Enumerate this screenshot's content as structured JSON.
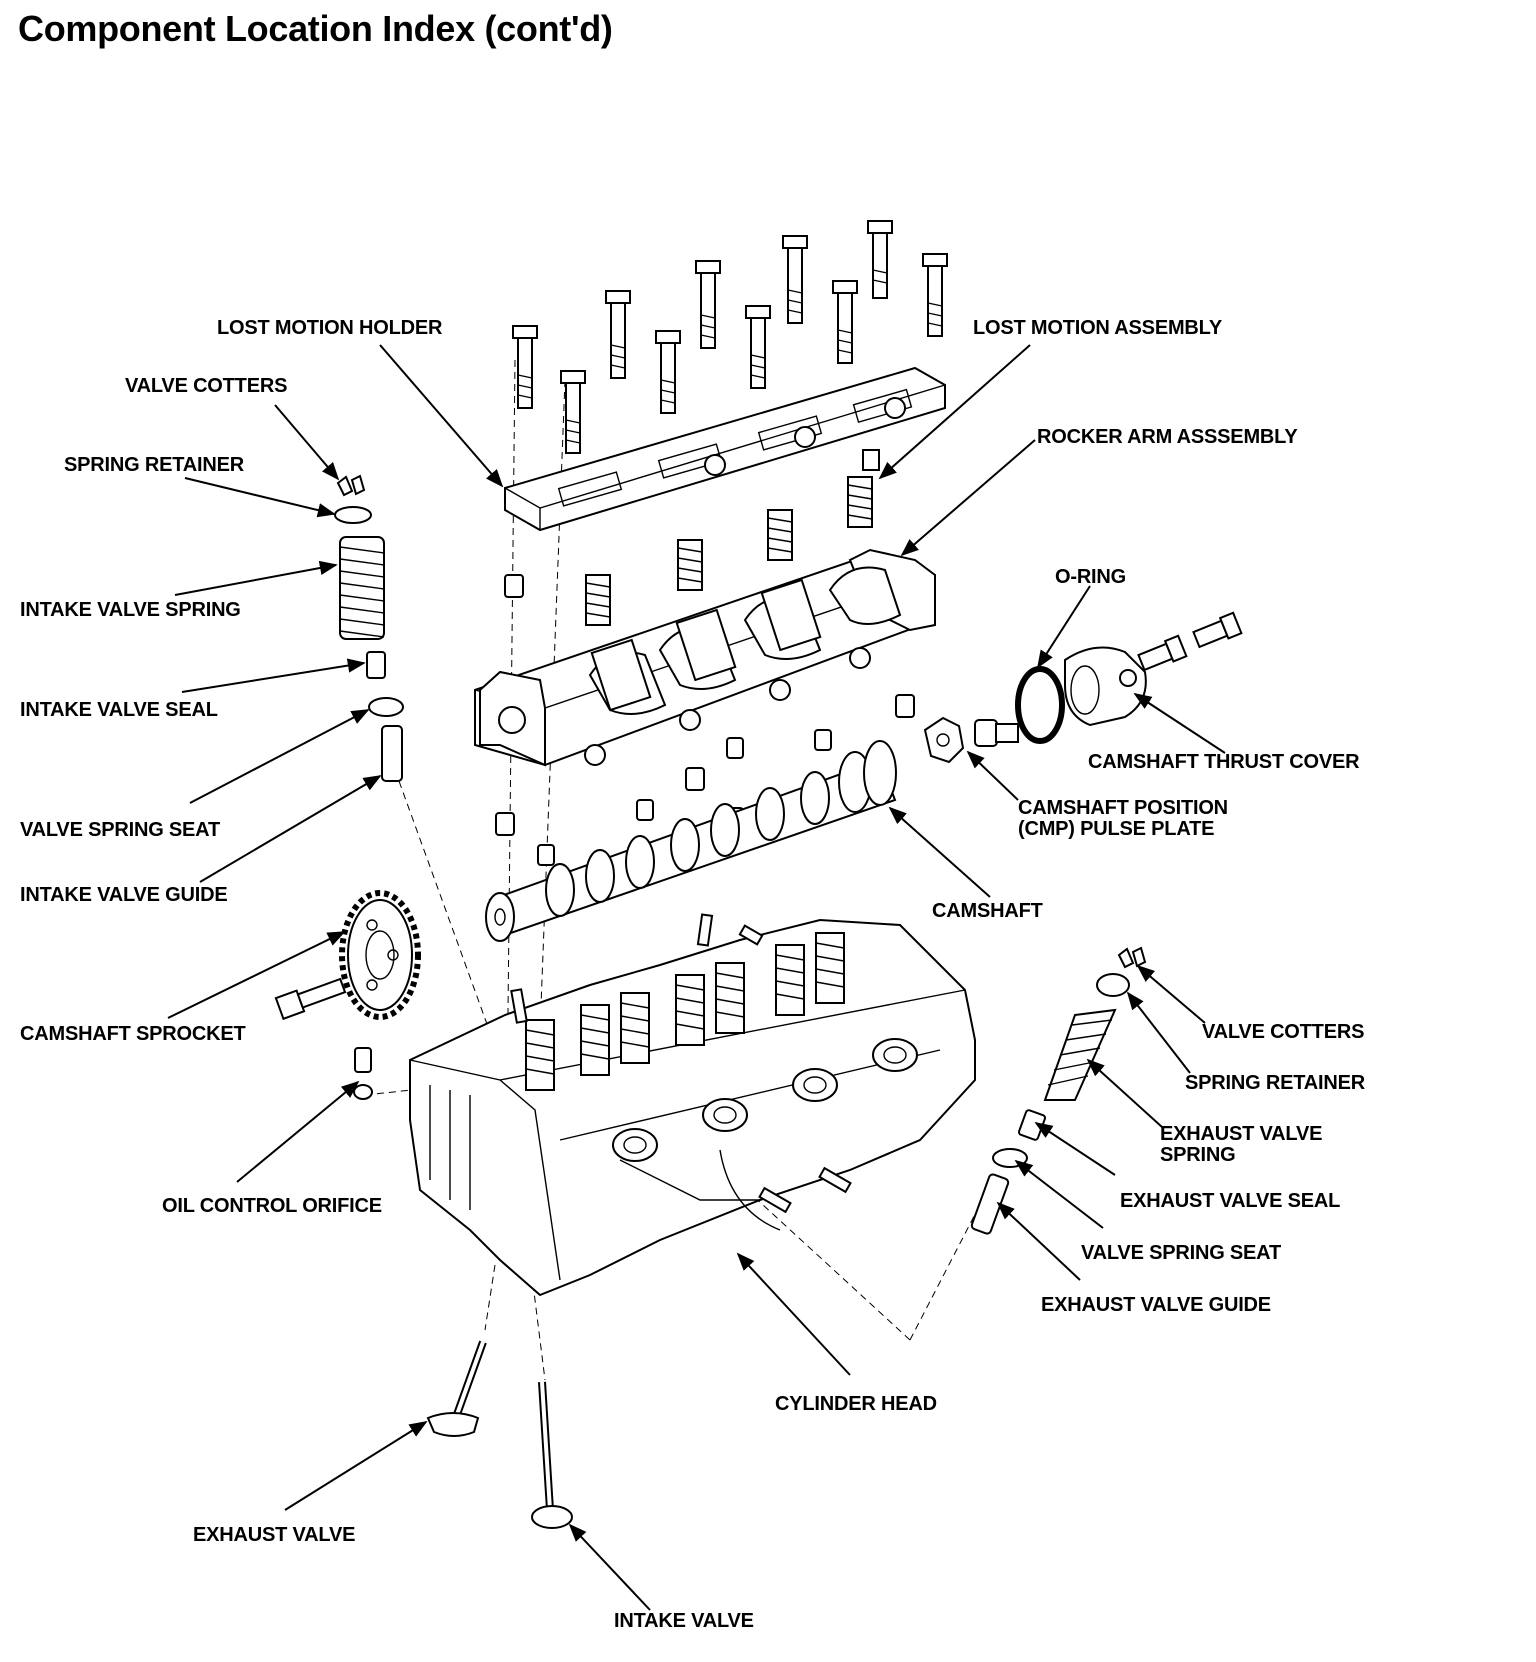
{
  "title": "Component Location Index (cont'd)",
  "labels": {
    "lost_motion_holder": "LOST MOTION HOLDER",
    "lost_motion_assembly": "LOST MOTION ASSEMBLY",
    "valve_cotters_left": "VALVE COTTERS",
    "spring_retainer_left": "SPRING RETAINER",
    "rocker_arm_assembly": "ROCKER ARM ASSSEMBLY",
    "o_ring": "O-RING",
    "intake_valve_spring": "INTAKE VALVE SPRING",
    "intake_valve_seal": "INTAKE VALVE SEAL",
    "camshaft_thrust_cover": "CAMSHAFT THRUST COVER",
    "cmp_pulse_plate_line1": "CAMSHAFT POSITION",
    "cmp_pulse_plate_line2": "(CMP) PULSE PLATE",
    "valve_spring_seat_left": "VALVE SPRING SEAT",
    "intake_valve_guide": "INTAKE VALVE GUIDE",
    "camshaft": "CAMSHAFT",
    "camshaft_sprocket": "CAMSHAFT SPROCKET",
    "valve_cotters_right": "VALVE COTTERS",
    "spring_retainer_right": "SPRING RETAINER",
    "exhaust_valve_spring_line1": "EXHAUST VALVE",
    "exhaust_valve_spring_line2": "SPRING",
    "exhaust_valve_seal": "EXHAUST VALVE SEAL",
    "oil_control_orifice": "OIL CONTROL ORIFICE",
    "valve_spring_seat_right": "VALVE SPRING SEAT",
    "exhaust_valve_guide": "EXHAUST VALVE GUIDE",
    "cylinder_head": "CYLINDER HEAD",
    "exhaust_valve": "EXHAUST VALVE",
    "intake_valve": "INTAKE VALVE"
  }
}
